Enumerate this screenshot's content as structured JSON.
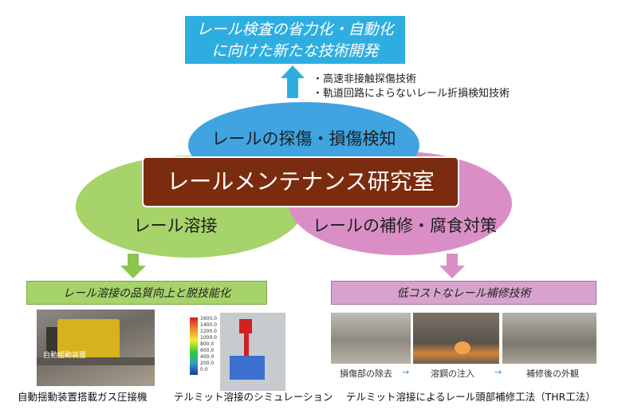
{
  "goal": {
    "line1": "レール検査の省力化・自動化",
    "line2": "に向けた新たな技術開発"
  },
  "new_tech": [
    "・高速非接触探傷技術",
    "・軌道回路によらないレール折損検知技術"
  ],
  "topics": {
    "inspection": "レールの探傷・損傷検知",
    "welding": "レール溶接",
    "repair": "レールの補修・腐食対策"
  },
  "lab_name": "レールメンテナンス研究室",
  "welding_banner": "レール溶接の品質向上と脱技能化",
  "repair_banner": "低コストなレール補修技術",
  "photo_label_machine": "自動揺動装置",
  "sim_scale_ticks": [
    "1600.0",
    "1400.0",
    "1200.0",
    "1000.0",
    "800.0",
    "600.0",
    "400.0",
    "200.0",
    "0.0"
  ],
  "repair_steps": {
    "step1": "損傷部の除去",
    "step2": "溶鋼の注入",
    "step3": "補修後の外観",
    "arrow": "→"
  },
  "captions": {
    "machine": "自動揺動装置搭載ガス圧接機",
    "simulation": "テルミット溶接のシミュレーション",
    "repair_method": "テルミット溶接によるレール頭部補修工法（THR工法）"
  },
  "colors": {
    "goal_blue": "#2eaee0",
    "inspection_blue": "#3fa4e0",
    "welding_green": "#a6d36a",
    "repair_pink": "#d98fc6",
    "lab_brown": "#7b2c10"
  }
}
